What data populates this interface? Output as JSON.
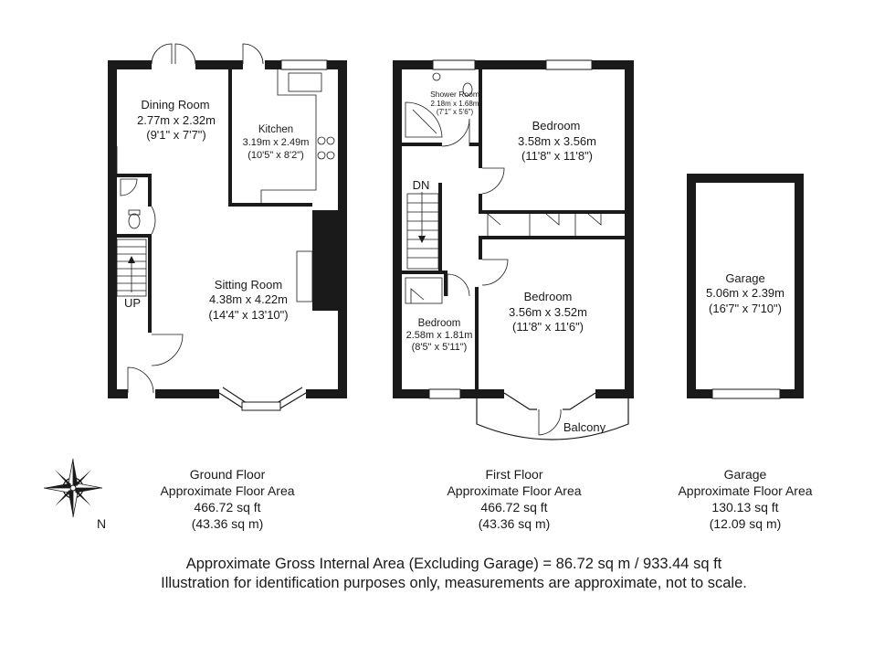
{
  "ground_floor": {
    "rooms": {
      "dining": {
        "name": "Dining Room",
        "metric": "2.77m x 2.32m",
        "imperial": "(9'1\" x 7'7\")"
      },
      "kitchen": {
        "name": "Kitchen",
        "metric": "3.19m x 2.49m",
        "imperial": "(10'5\" x 8'2\")"
      },
      "sitting": {
        "name": "Sitting Room",
        "metric": "4.38m x 4.22m",
        "imperial": "(14'4\" x 13'10\")"
      }
    },
    "stair_label": "UP",
    "area": {
      "title": "Ground Floor",
      "subtitle": "Approximate Floor Area",
      "sqft": "466.72 sq ft",
      "sqm": "(43.36 sq m)"
    }
  },
  "first_floor": {
    "rooms": {
      "shower": {
        "name": "Shower Room",
        "metric": "2.18m x 1.68m",
        "imperial": "(7'1\" x 5'6\")"
      },
      "bedroom1": {
        "name": "Bedroom",
        "metric": "3.58m x 3.56m",
        "imperial": "(11'8\" x 11'8\")"
      },
      "bedroom2": {
        "name": "Bedroom",
        "metric": "3.56m x 3.52m",
        "imperial": "(11'8\" x 11'6\")"
      },
      "bedroom3": {
        "name": "Bedroom",
        "metric": "2.58m x 1.81m",
        "imperial": "(8'5\" x 5'11\")"
      },
      "balcony": {
        "name": "Balcony"
      }
    },
    "stair_label": "DN",
    "area": {
      "title": "First Floor",
      "subtitle": "Approximate Floor Area",
      "sqft": "466.72 sq ft",
      "sqm": "(43.36 sq m)"
    }
  },
  "garage": {
    "room": {
      "name": "Garage",
      "metric": "5.06m x 2.39m",
      "imperial": "(16'7\" x 7'10\")"
    },
    "area": {
      "title": "Garage",
      "subtitle": "Approximate Floor Area",
      "sqft": "130.13 sq ft",
      "sqm": "(12.09 sq m)"
    }
  },
  "compass": {
    "label": "N"
  },
  "footer": {
    "line1": "Approximate Gross Internal Area (Excluding Garage) = 86.72 sq m / 933.44 sq ft",
    "line2": "Illustration for identification purposes only, measurements are approximate, not to scale."
  }
}
